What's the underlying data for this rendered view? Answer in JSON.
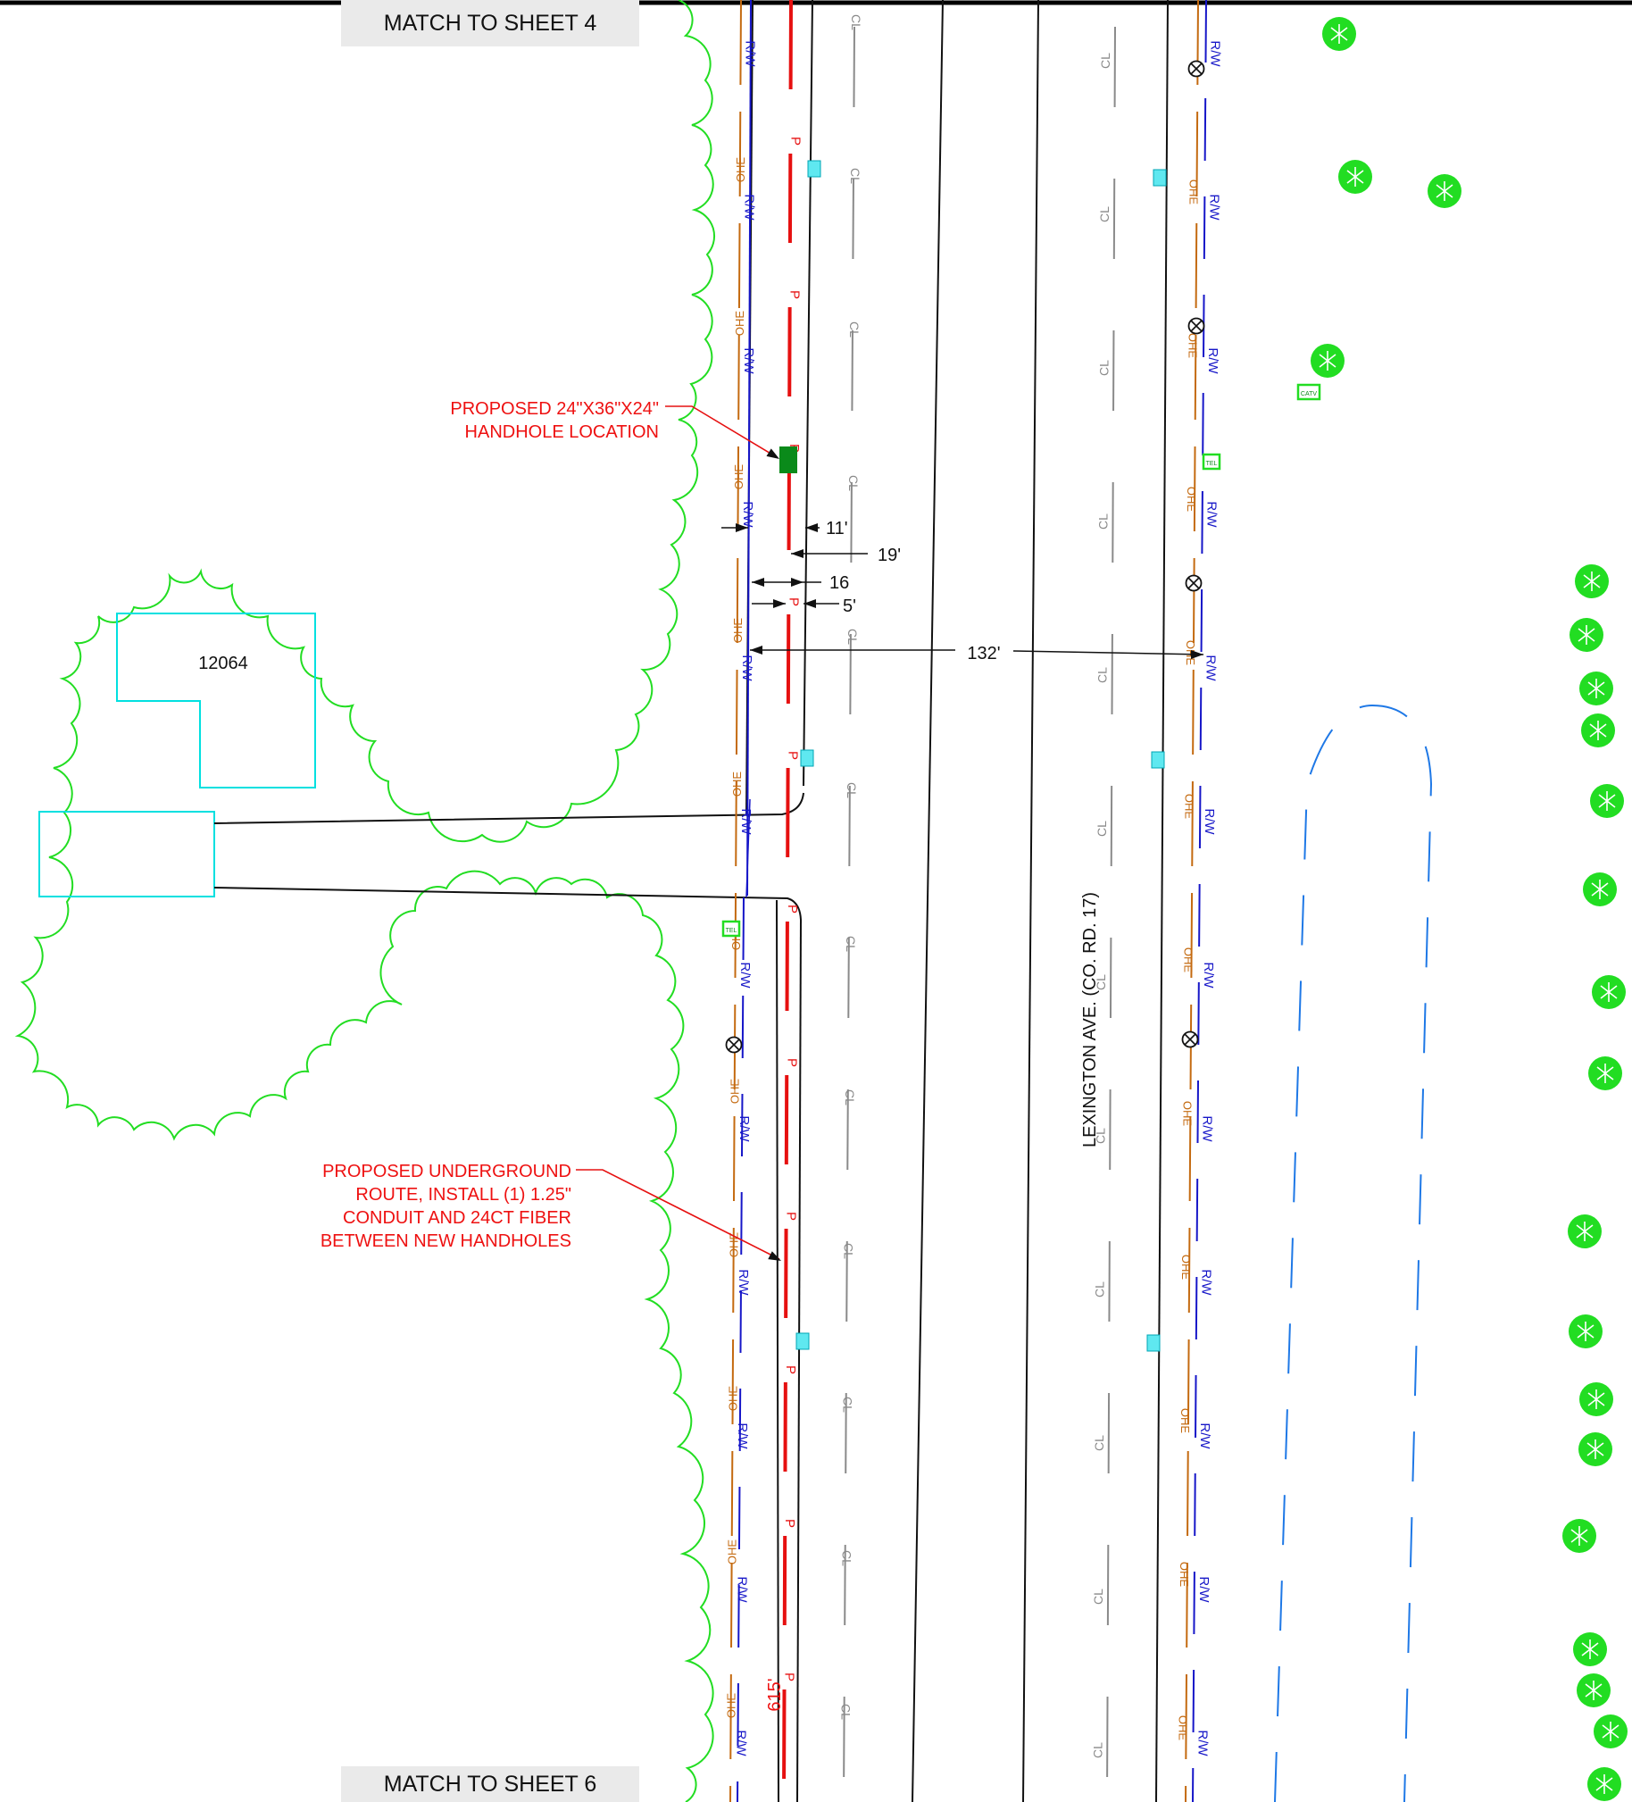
{
  "sheet": {
    "match_top": "MATCH TO SHEET 4",
    "match_bottom": "MATCH TO SHEET 6",
    "road_name": "LEXINGTON AVE. (CO. RD. 17)",
    "parcel_number": "12064"
  },
  "notes": {
    "handhole_line1": "PROPOSED 24\"X36\"X24\"",
    "handhole_line2": "HANDHOLE LOCATION",
    "route_line1": "PROPOSED UNDERGROUND",
    "route_line2": "ROUTE, INSTALL (1) 1.25\"",
    "route_line3": "CONDUIT AND 24CT FIBER",
    "route_line4": "BETWEEN NEW HANDHOLES"
  },
  "dimensions": {
    "d11": "11'",
    "d19": "19'",
    "d16": "16",
    "d5": "5'",
    "d132": "132'",
    "route_length": "615'"
  },
  "line_labels": {
    "centerline": "CL",
    "right_of_way": "R/W",
    "overhead_electric": "OHE",
    "proposed": "P",
    "telephone": "TEL",
    "catv": "CATV"
  },
  "colors": {
    "proposed": "#e61010",
    "right_of_way": "#1616c8",
    "overhead_electric": "#c46a10",
    "vegetation": "#22dd22",
    "structure": "#00e0e0",
    "pond": "#1e78e6",
    "handhole": "#0a8a1a"
  }
}
